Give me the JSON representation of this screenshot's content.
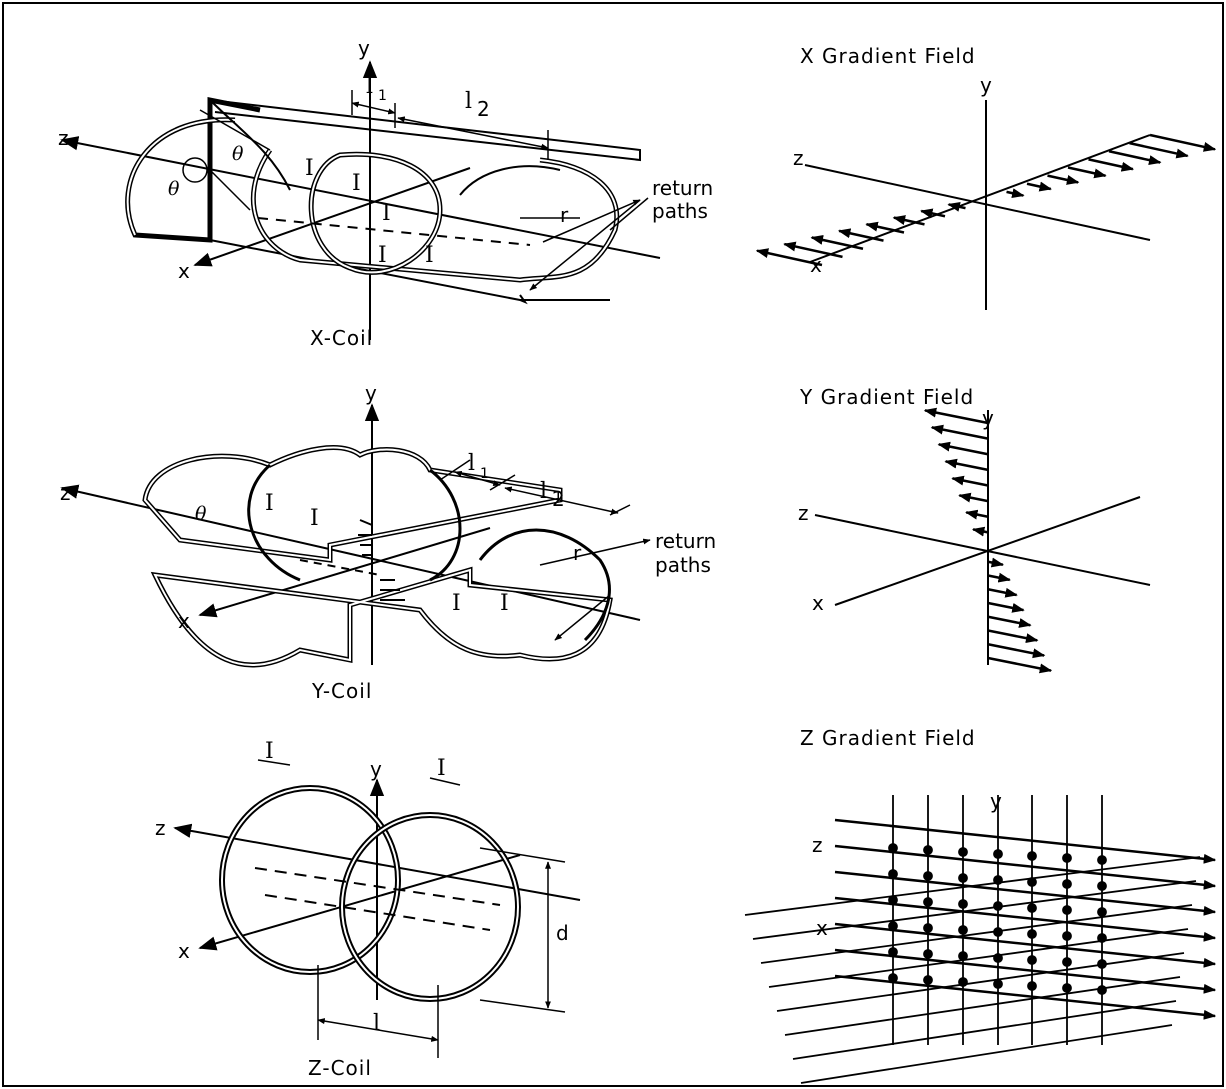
{
  "x_coil": {
    "caption": "X-Coil",
    "axis_y": "y",
    "axis_z": "z",
    "axis_x": "x",
    "theta1": "θ",
    "theta2": "θ",
    "l1": "l",
    "l1_sub": "1",
    "l2": "l",
    "l2_sub": "2",
    "r": "r",
    "return_paths_1": "return",
    "return_paths_2": "paths",
    "current": "I"
  },
  "y_coil": {
    "caption": "Y-Coil",
    "axis_y": "y",
    "axis_z": "z",
    "axis_x": "x",
    "theta": "θ",
    "l1": "l",
    "l1_sub": "1",
    "l2": "l",
    "l2_sub": "2",
    "r": "r",
    "return_paths_1": "return",
    "return_paths_2": "paths",
    "current": "I"
  },
  "z_coil": {
    "caption": "Z-Coil",
    "axis_y": "y",
    "axis_z": "z",
    "axis_x": "x",
    "current": "I",
    "d": "d",
    "l": "l"
  },
  "x_field": {
    "title": "X Gradient Field",
    "axis_y": "y",
    "axis_z": "z",
    "axis_x": "x"
  },
  "y_field": {
    "title": "Y Gradient Field",
    "axis_y": "y",
    "axis_z": "z",
    "axis_x": "x"
  },
  "z_field": {
    "title": "Z Gradient Field",
    "axis_y": "y",
    "axis_z": "z",
    "axis_x": "x"
  }
}
